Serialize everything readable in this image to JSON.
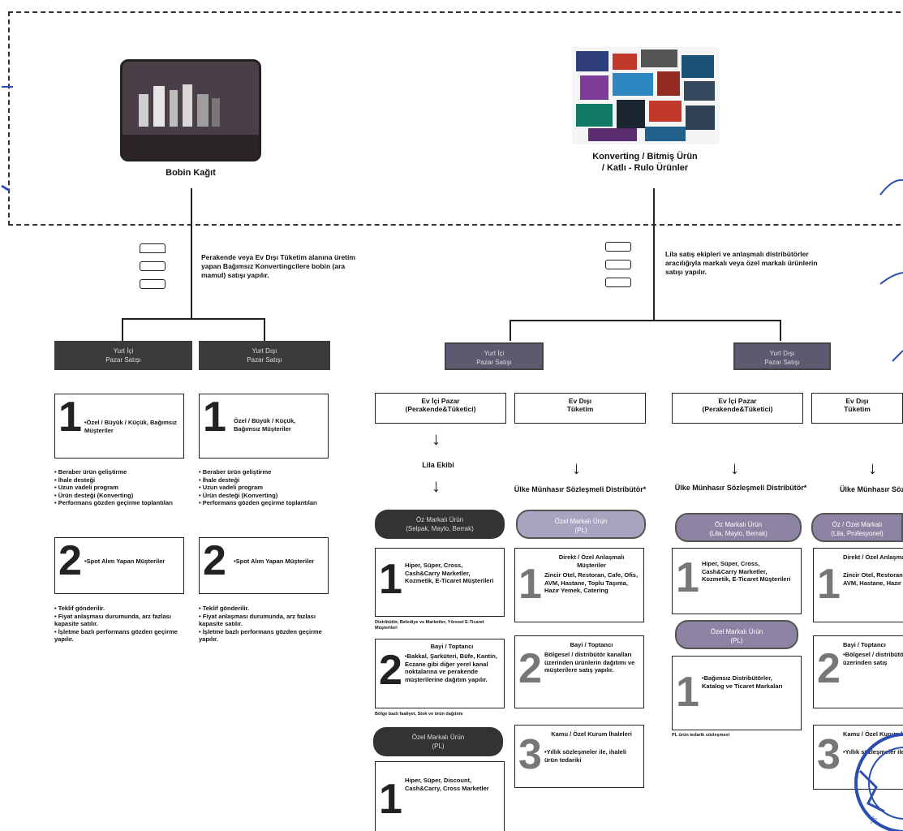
{
  "top": {
    "left_caption": "Bobin Kağıt",
    "right_caption_line1": "Konverting / Bitmiş Ürün",
    "right_caption_line2": "/ Katlı - Rulo Ürünler"
  },
  "left_branch": {
    "description": "Perakende veya Ev Dışı Tüketim alanına üretim yapan Bağımsız Konvertingcilere bobin (ara mamul) satışı yapılır.",
    "head1": "Yurt İçi\nPazar Satışı",
    "head2": "Yurt Dışı\nPazar Satışı",
    "col1_card1": "•Özel / Büyük / Küçük, Bağımsız Müşteriler",
    "col1_bullets1": "• Beraber ürün geliştirme\n• İhale desteği\n• Uzun vadeli program\n• Ürün desteği (Konverting)\n• Performans gözden geçirme toplantıları",
    "col1_card2": "•Spot Alım Yapan Müşteriler",
    "col1_bullets2": "• Teklif gönderilir.\n• Fiyat anlaşması durumunda, arz fazlası kapasite satılır.\n• İşletme bazlı performans gözden geçirme yapılır.",
    "col2_card1": "Özel / Büyük / Küçük, Bağımsız Müşteriler",
    "col2_bullets1": "• Beraber ürün geliştirme\n• İhale desteği\n• Uzun vadeli program\n• Ürün desteği (Konverting)\n• Performans gözden geçirme toplantıları",
    "col2_card2": "•Spot Alım Yapan Müşteriler",
    "col2_bullets2": "• Teklif gönderilir.\n• Fiyat anlaşması durumunda, arz fazlası kapasite satılır.\n• İşletme bazlı performans gözden geçirme yapılır."
  },
  "right_branch": {
    "description": "Lila satış ekipleri ve anlaşmalı distribütörler aracılığıyla markalı veya özel markalı ürünlerin satışı yapılır.",
    "head1": "Yurt İçi\nPazar Satışı",
    "head2": "Yurt Dışı\nPazar Satışı",
    "sub1": "Ev İçi Pazar\n(Perakende&Tüketici)",
    "sub2": "Ev Dışı\nTüketim",
    "sub3": "Ev İçi Pazar\n(Perakende&Tüketici)",
    "sub4": "Ev Dışı\nTüketim",
    "lila_label": "Lila Ekibi",
    "dist_label1": "Ülke Münhasır Sözleşmeli Distribütör*",
    "dist_label2": "Ülke Münhasır Sözleşmeli Distribütör*",
    "dist_label3": "Ülke Münhasır Sözleşmeli Distribütör",
    "pill1": "Öz Markalı Ürün\n(Selpak, Maylo, Berrak)",
    "pill2": "Özel Markalı Ürün\n(PL)",
    "pill3": "Öz Markalı Ürün\n(Lila, Maylo, Berrak)",
    "pill4": "Öz / Özel Markalı\n(Lila, Profesyonel)",
    "pill5": "Özel Markalı Ürün\n(PL)",
    "pill6": "Özel Markalı Ürün\n(PL)",
    "c1_card1": "Hiper, Süper, Cross, Cash&Carry Marketler, Kozmetik, E-Ticaret Müşterileri",
    "c1_note1": "Distribütör, Belediye ve Marketler, Yöresel E-Ticaret Müşterileri",
    "c1_card2_title": "Bayi / Toptancı",
    "c1_card2": "•Bakkal, Şarküteri, Büfe, Kantin, Eczane gibi diğer yerel kanal noktalarına ve perakende müşterilerine dağıtım yapılır.",
    "c1_note2": "Bölge bazlı faaliyet, Stok ve ürün dağıtımı",
    "c1_card3": "Hiper, Süper, Discount, Cash&Carry, Cross Marketler",
    "c2_card1_title": "Direkt / Özel Anlaşmalı Müşteriler",
    "c2_card1": "Zincir Otel, Restoran, Cafe, Ofis, AVM, Hastane, Toplu Taşıma, Hazır Yemek, Catering",
    "c2_card2_title": "Bayi / Toptancı",
    "c2_card2": "Bölgesel / distribütör kanalları üzerinden ürünlerin dağıtımı ve müşterilere satış yapılır.",
    "c2_card3_title": "Kamu / Özel Kurum İhaleleri",
    "c2_card3": "•Yıllık sözleşmeler ile, ihaleli ürün tedariki",
    "c3_card1": "Hiper, Süper, Cross, Cash&Carry Marketler, Kozmetik, E-Ticaret Müşterileri",
    "c3_card2": "•Bağımsız Distribütörler, Katalog ve Ticaret Markaları",
    "c3_note": "PL ürün tedarik sözleşmesi",
    "c4_card1_title": "Direkt / Özel Anlaşmalı Müşteriler",
    "c4_card1": "Zincir Otel, Restoran, Cafe, Ofis, AVM, Hastane, Hazır Yemek",
    "c4_card2_title": "Bayi / Toptancı",
    "c4_card2": "•Bölgesel / distribütör kanalları üzerinden satış",
    "c4_card3_title": "Kamu / Özel Kurum İhaleleri",
    "c4_card3": "•Yıllık sözleşmeler ile"
  },
  "colors": {
    "dark": "#3b3b3b",
    "purple": "#5e5870",
    "pill_light": "#aaa3bf",
    "stamp": "#2a4fb0"
  }
}
